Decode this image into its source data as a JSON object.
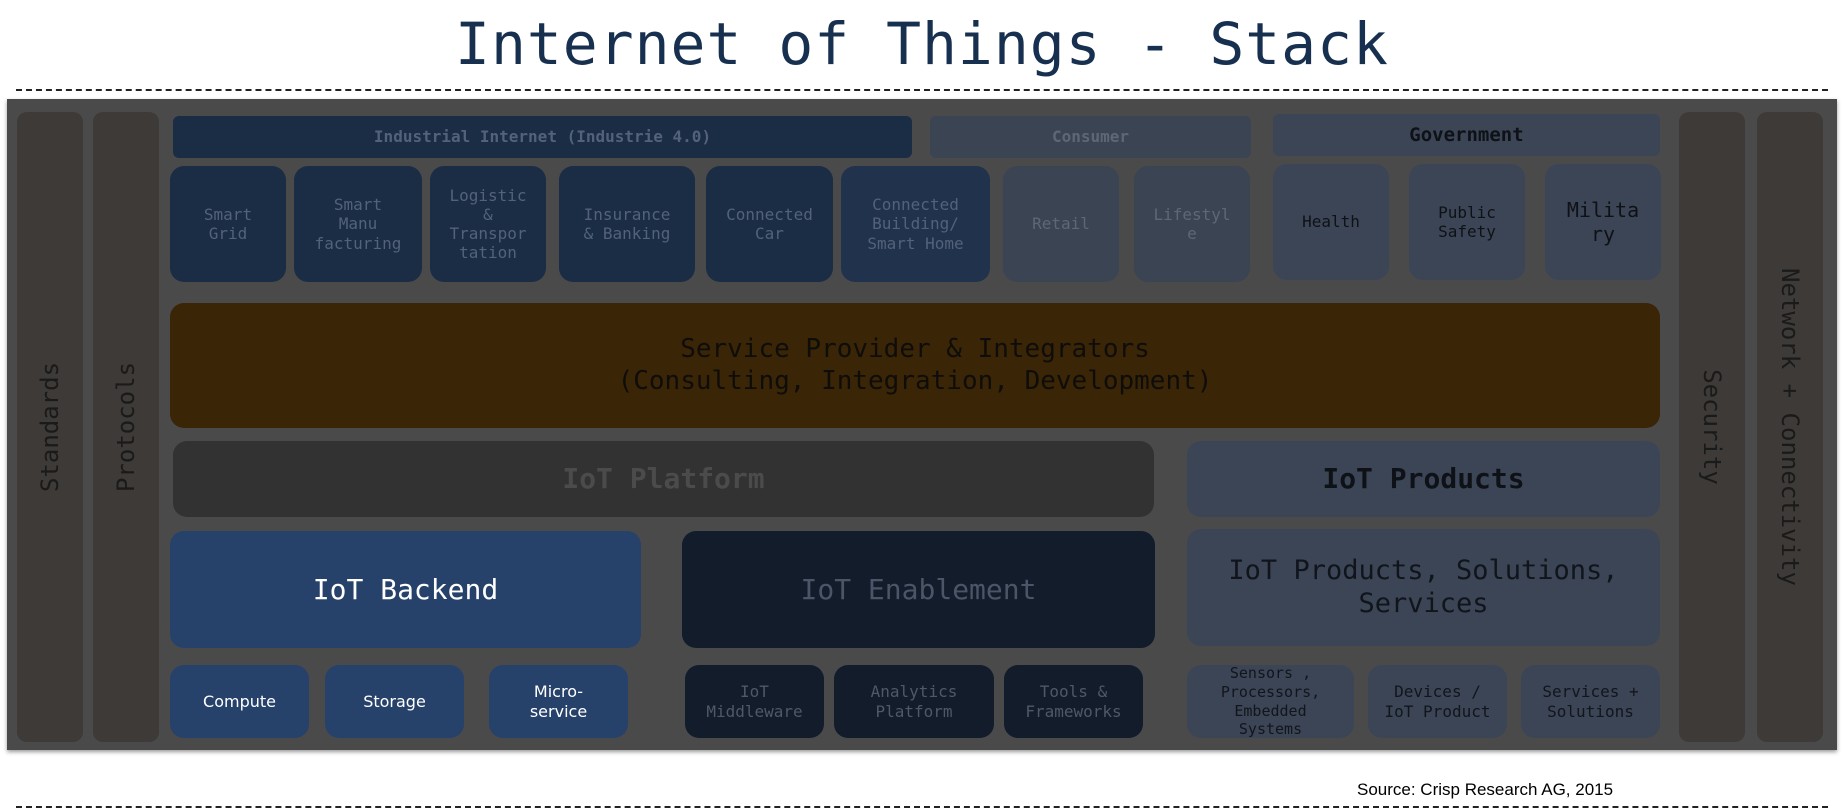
{
  "title": "Internet of Things - Stack",
  "sidebars": {
    "standards": "Standards",
    "protocols": "Protocols",
    "security": "Security",
    "network": "Network + Connectivity"
  },
  "headers": {
    "industrial": "Industrial Internet (Industrie 4.0)",
    "consumer": "Consumer",
    "government": "Government"
  },
  "verticals": [
    "Smart\nGrid",
    "Smart\nManu\nfacturing",
    "Logistic\n&\nTranspor\ntation",
    "Insurance\n& Banking",
    "Connected\nCar",
    "Connected\nBuilding/\nSmart Home",
    "Retail",
    "Lifestyl\ne",
    "Health",
    "Public\nSafety",
    "Milita\nry"
  ],
  "service_provider": "Service Provider & Integrators\n(Consulting, Integration, Development)",
  "iot_platform": "IoT Platform",
  "iot_products": "IoT Products",
  "iot_backend": "IoT Backend",
  "iot_enablement": "IoT Enablement",
  "iot_solutions": "IoT Products, Solutions,\nServices",
  "backend_items": [
    "Compute",
    "Storage",
    "Micro-\nservice"
  ],
  "enablement_items": [
    "IoT\nMiddleware",
    "Analytics\nPlatform",
    "Tools &\nFrameworks"
  ],
  "product_items": [
    "Sensors ,\nProcessors,\nEmbedded\nSystems",
    "Devices /\nIoT Product",
    "Services +\nSolutions"
  ],
  "source": "Source: Crisp Research AG, 2015",
  "colors": {
    "title": "#17304f",
    "service_provider": "#3a2507",
    "iot_backend": "#26416a",
    "iot_enablement": "#131c2b",
    "panel": "#4a4a4b"
  }
}
